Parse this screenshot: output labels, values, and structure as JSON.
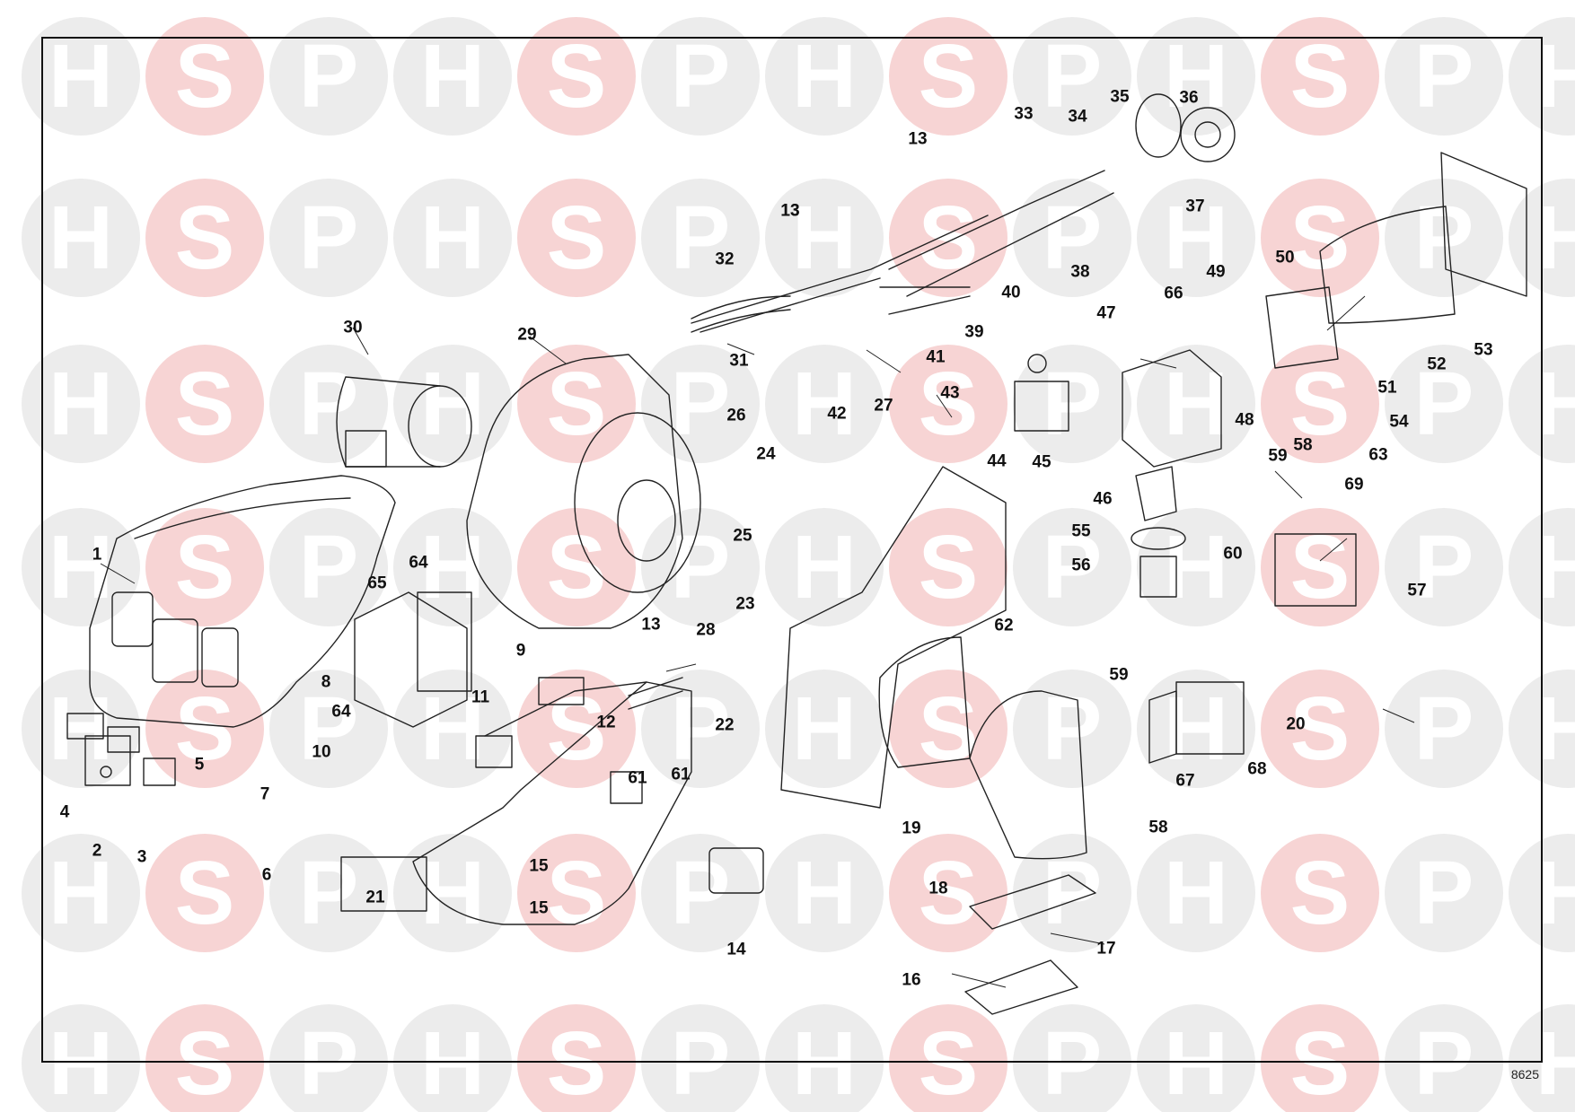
{
  "watermark": {
    "letters": [
      "H",
      "S",
      "P"
    ],
    "colors": {
      "disc": "#ececec",
      "s_disc": "#f7d4d4",
      "letter": "#ffffff"
    }
  },
  "drawing_ref": "8625",
  "callouts": [
    "1",
    "2",
    "3",
    "4",
    "5",
    "6",
    "7",
    "8",
    "9",
    "10",
    "11",
    "12",
    "13",
    "13",
    "13",
    "13",
    "14",
    "15",
    "15",
    "16",
    "17",
    "18",
    "19",
    "20",
    "21",
    "22",
    "23",
    "24",
    "25",
    "26",
    "27",
    "28",
    "29",
    "30",
    "31",
    "32",
    "33",
    "34",
    "35",
    "36",
    "37",
    "38",
    "39",
    "40",
    "41",
    "42",
    "43",
    "44",
    "45",
    "46",
    "47",
    "48",
    "49",
    "50",
    "51",
    "52",
    "53",
    "54",
    "55",
    "56",
    "57",
    "58",
    "58",
    "59",
    "59",
    "60",
    "61",
    "61",
    "62",
    "63",
    "64",
    "64",
    "65",
    "66",
    "67",
    "68",
    "69"
  ]
}
